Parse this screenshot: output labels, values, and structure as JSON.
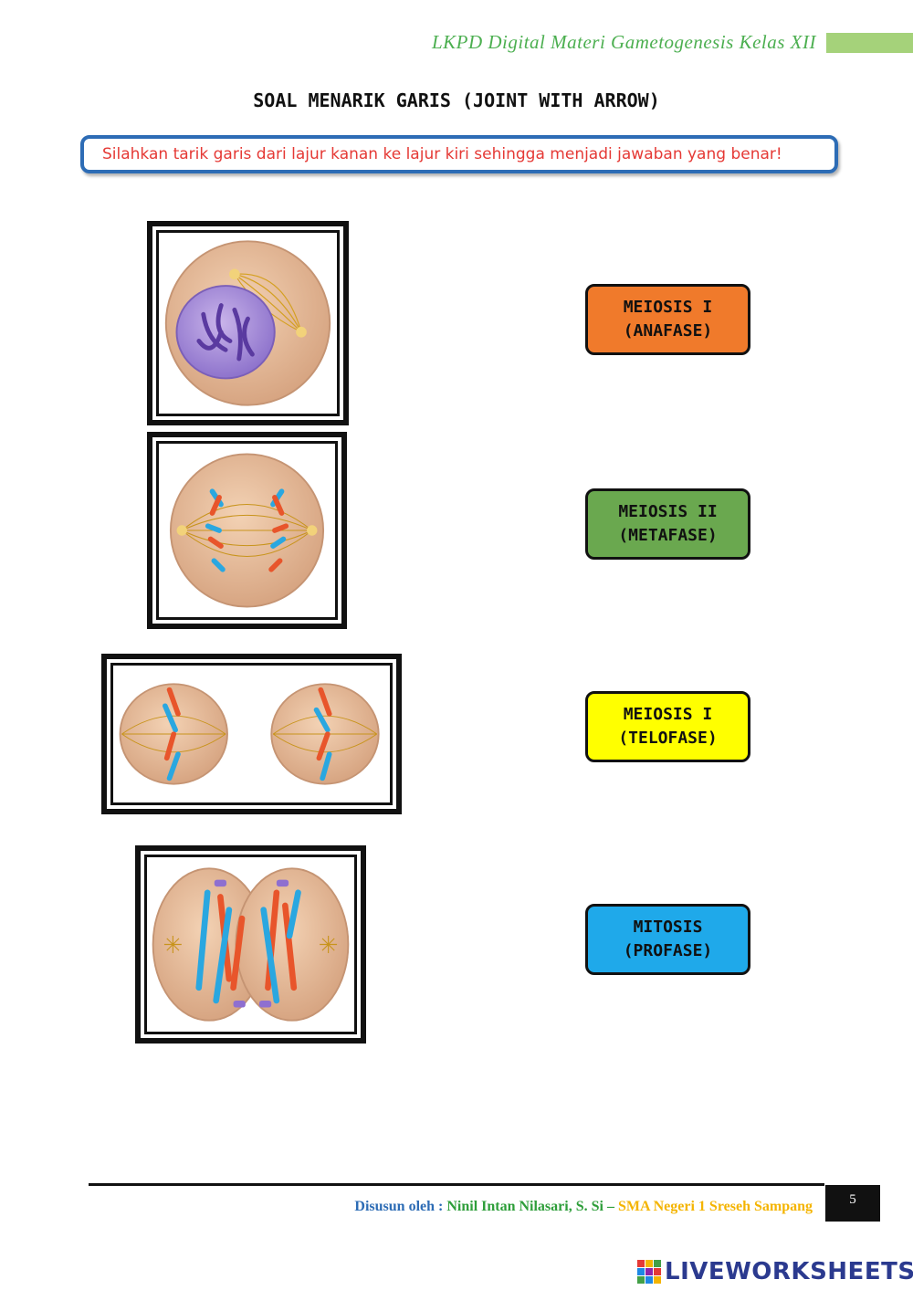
{
  "header": {
    "title": "LKPD Digital Materi Gametogenesis Kelas XII"
  },
  "heading": "SOAL MENARIK GARIS (JOINT WITH ARROW)",
  "instruction": "Silahkan tarik garis dari lajur kanan ke lajur kiri sehingga menjadi jawaban yang benar!",
  "images": [
    {
      "name": "prophase-cell-image"
    },
    {
      "name": "anaphase-cell-image"
    },
    {
      "name": "metaphase-two-cells-image"
    },
    {
      "name": "telophase-dividing-cell-image"
    }
  ],
  "answers": [
    {
      "line1": "MEIOSIS I",
      "line2": "(ANAFASE)",
      "color": "#f07a2b"
    },
    {
      "line1": "MEIOSIS II",
      "line2": "(METAFASE)",
      "color": "#6aa84f"
    },
    {
      "line1": "MEIOSIS I",
      "line2": "(TELOFASE)",
      "color": "#ffff00"
    },
    {
      "line1": "MITOSIS",
      "line2": "(PROFASE)",
      "color": "#1fa9ea"
    }
  ],
  "footer": {
    "prefix": "Disusun oleh :",
    "author": "Ninil Intan Nilasari, S. Si",
    "dash": "–",
    "school": "SMA Negeri 1 Sreseh Sampang",
    "page": "5"
  },
  "brand": "LIVEWORKSHEETS",
  "colors": {
    "title_green": "#4caf50",
    "border_blue": "#2d6cb5",
    "instruction_red": "#e53935",
    "footer_blue": "#2d6cb5",
    "footer_green": "#2e9e3a",
    "footer_yellow": "#f4b400"
  }
}
